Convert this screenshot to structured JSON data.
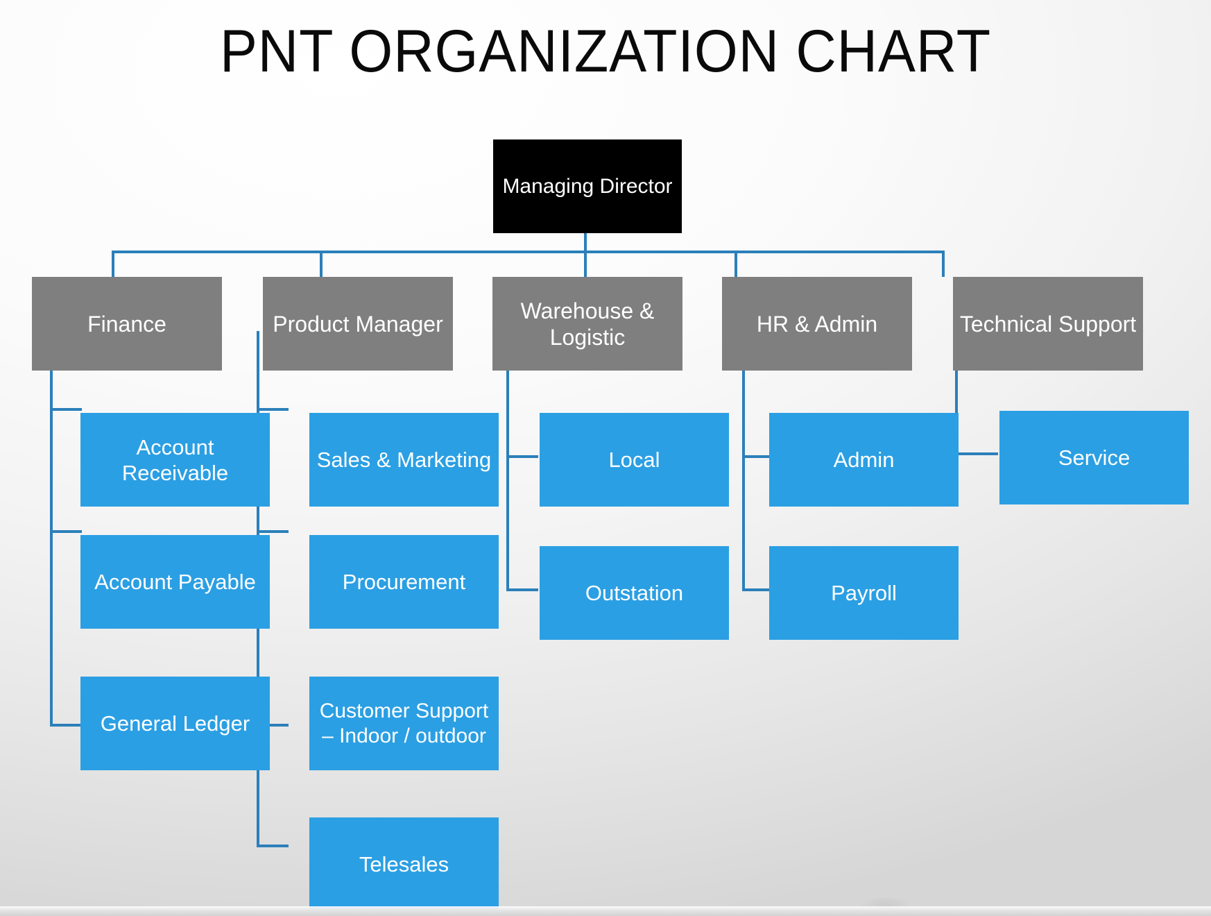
{
  "slide": {
    "title": "PNT ORGANIZATION CHART",
    "colors": {
      "root_box": "#000000",
      "department_box": "#7f7f7f",
      "sub_box": "#2b9fe3",
      "connector_line": "#2b7fba",
      "root_text": "#ffffff",
      "title_text": "#0a0a0a",
      "background": "#f2f2f2"
    }
  },
  "chart_data": {
    "type": "org-chart",
    "title": "PNT ORGANIZATION CHART",
    "root": {
      "label": "Managing Director",
      "level": 0
    },
    "departments": [
      {
        "label": "Finance",
        "level": 1,
        "children": [
          {
            "label": "Account Receivable"
          },
          {
            "label": "Account Payable"
          },
          {
            "label": "General Ledger"
          }
        ]
      },
      {
        "label": "Product Manager",
        "level": 1,
        "children": [
          {
            "label": "Sales & Marketing"
          },
          {
            "label": "Procurement"
          },
          {
            "label": "Customer Support – Indoor / outdoor"
          },
          {
            "label": "Telesales"
          }
        ]
      },
      {
        "label": "Warehouse & Logistic",
        "level": 1,
        "children": [
          {
            "label": "Local"
          },
          {
            "label": "Outstation"
          }
        ]
      },
      {
        "label": "HR & Admin",
        "level": 1,
        "children": [
          {
            "label": "Admin"
          },
          {
            "label": "Payroll"
          }
        ]
      },
      {
        "label": "Technical Support",
        "level": 1,
        "children": [
          {
            "label": "Service"
          }
        ]
      }
    ]
  },
  "nodes": {
    "root": "Managing Director",
    "dept_finance": "Finance",
    "dept_product_manager": "Product Manager",
    "dept_warehouse": "Warehouse & Logistic",
    "dept_hr_admin": "HR & Admin",
    "dept_technical_support": "Technical Support",
    "fin_1": "Account Receivable",
    "fin_2": "Account Payable",
    "fin_3": "General Ledger",
    "pm_1": "Sales & Marketing",
    "pm_2": "Procurement",
    "pm_3": "Customer Support – Indoor / outdoor",
    "pm_4": "Telesales",
    "wh_1": "Local",
    "wh_2": "Outstation",
    "hr_1": "Admin",
    "hr_2": "Payroll",
    "ts_1": "Service"
  }
}
